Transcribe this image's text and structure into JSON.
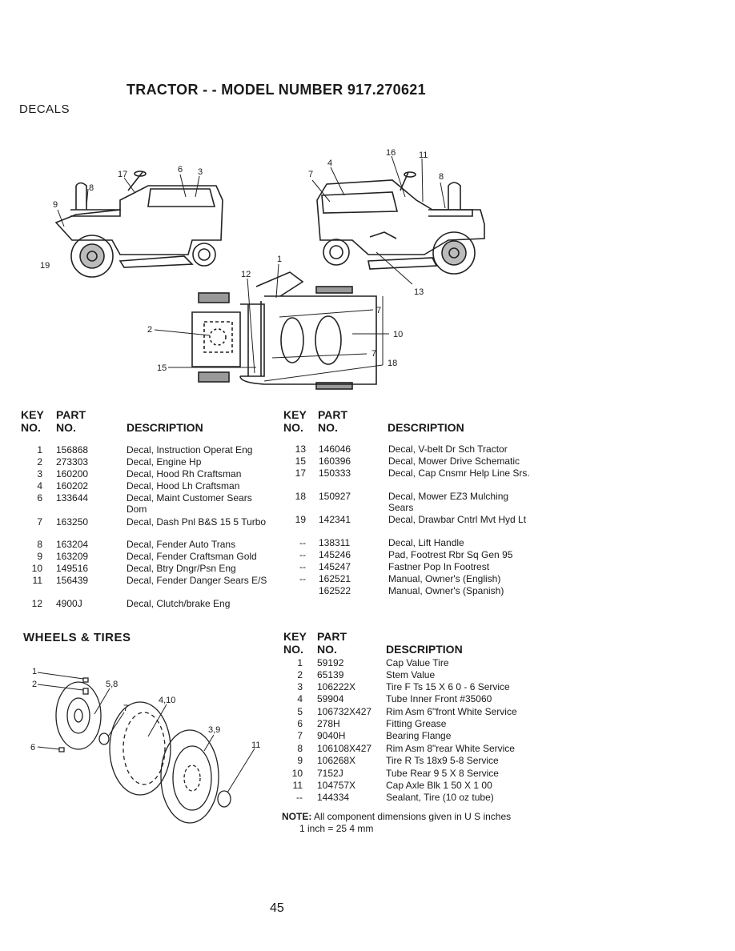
{
  "title": "TRACTOR - - MODEL NUMBER 917.270621",
  "decals": {
    "heading": "DECALS",
    "col_headers": {
      "key": "KEY",
      "no": "NO.",
      "part": "PART",
      "part_no": "NO.",
      "description": "DESCRIPTION"
    },
    "left_rows": [
      {
        "key": "1",
        "part": "156868",
        "desc": "Decal, Instruction Operat Eng"
      },
      {
        "key": "2",
        "part": "273303",
        "desc": "Decal, Engine Hp"
      },
      {
        "key": "3",
        "part": "160200",
        "desc": "Decal, Hood Rh Craftsman"
      },
      {
        "key": "4",
        "part": "160202",
        "desc": "Decal, Hood Lh Craftsman"
      },
      {
        "key": "6",
        "part": "133644",
        "desc": "Decal, Maint Customer Sears Dom"
      },
      {
        "key": "7",
        "part": "163250",
        "desc": "Decal, Dash Pnl B&S 15 5 Turbo"
      },
      {
        "key": "8",
        "part": "163204",
        "desc": "Decal, Fender Auto Trans"
      },
      {
        "key": "9",
        "part": "163209",
        "desc": "Decal, Fender Craftsman Gold"
      },
      {
        "key": "10",
        "part": "149516",
        "desc": "Decal, Btry Dngr/Psn Eng"
      },
      {
        "key": "11",
        "part": "156439",
        "desc": "Decal, Fender Danger Sears E/S"
      },
      {
        "key": "12",
        "part": "4900J",
        "desc": "Decal, Clutch/brake Eng"
      }
    ],
    "right_rows": [
      {
        "key": "13",
        "part": "146046",
        "desc": "Decal, V-belt Dr Sch Tractor"
      },
      {
        "key": "15",
        "part": "160396",
        "desc": "Decal, Mower Drive Schematic"
      },
      {
        "key": "17",
        "part": "150333",
        "desc": "Decal, Cap Cnsmr Help Line Srs."
      },
      {
        "key": "18",
        "part": "150927",
        "desc": "Decal, Mower EZ3 Mulching Sears"
      },
      {
        "key": "19",
        "part": "142341",
        "desc": "Decal, Drawbar Cntrl Mvt Hyd Lt"
      },
      {
        "key": "--",
        "part": "138311",
        "desc": "Decal, Lift Handle"
      },
      {
        "key": "--",
        "part": "145246",
        "desc": "Pad, Footrest Rbr Sq Gen 95"
      },
      {
        "key": "--",
        "part": "145247",
        "desc": "Fastner Pop In Footrest"
      },
      {
        "key": "--",
        "part": "162521",
        "desc": "Manual, Owner's (English)"
      },
      {
        "key": "",
        "part": "162522",
        "desc": "Manual, Owner's (Spanish)"
      }
    ],
    "callouts": [
      "17",
      "6",
      "3",
      "8",
      "9",
      "19",
      "4",
      "16",
      "11",
      "7",
      "8",
      "13",
      "1",
      "12",
      "7",
      "2",
      "10",
      "7",
      "15",
      "18"
    ]
  },
  "wheels": {
    "heading": "WHEELS & TIRES",
    "col_headers": {
      "key": "KEY",
      "no": "NO.",
      "part": "PART",
      "part_no": "NO.",
      "description": "DESCRIPTION"
    },
    "rows": [
      {
        "key": "1",
        "part": "59192",
        "desc": "Cap Value Tire"
      },
      {
        "key": "2",
        "part": "65139",
        "desc": "Stem Value"
      },
      {
        "key": "3",
        "part": "106222X",
        "desc": "Tire F Ts 15 X 6 0 - 6 Service"
      },
      {
        "key": "4",
        "part": "59904",
        "desc": "Tube Inner Front #35060"
      },
      {
        "key": "5",
        "part": "106732X427",
        "desc": "Rim Asm 6\"front White Service"
      },
      {
        "key": "6",
        "part": "278H",
        "desc": "Fitting Grease"
      },
      {
        "key": "7",
        "part": "9040H",
        "desc": "Bearing Flange"
      },
      {
        "key": "8",
        "part": "106108X427",
        "desc": "Rim Asm 8\"rear White Service"
      },
      {
        "key": "9",
        "part": "106268X",
        "desc": "Tire R Ts 18x9 5-8 Service"
      },
      {
        "key": "10",
        "part": "7152J",
        "desc": "Tube Rear 9 5 X 8 Service"
      },
      {
        "key": "11",
        "part": "104757X",
        "desc": "Cap Axle Blk 1 50 X 1 00"
      },
      {
        "key": "--",
        "part": "144334",
        "desc": "Sealant, Tire (10 oz tube)"
      }
    ],
    "callouts": [
      "1",
      "2",
      "5,8",
      "7",
      "4,10",
      "3,9",
      "6",
      "11"
    ],
    "note_label": "NOTE:",
    "note_text": "All component dimensions given in U S inches",
    "note_text2": "1 inch = 25 4 mm"
  },
  "page_number": "45"
}
